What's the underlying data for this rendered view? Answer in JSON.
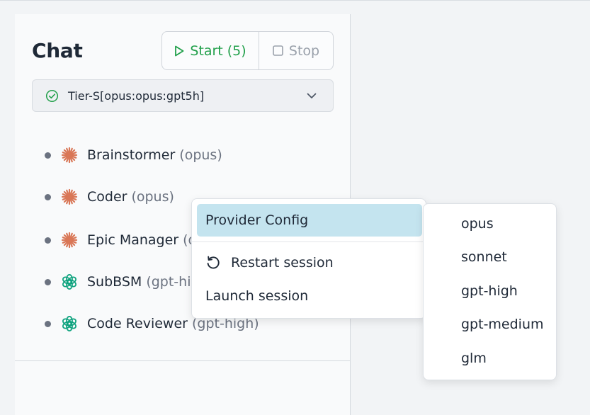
{
  "chat": {
    "title": "Chat",
    "start_label": "Start (5)",
    "stop_label": "Stop",
    "tier_label": "Tier-S[opus:opus:gpt5h]"
  },
  "agents": [
    {
      "name": "Brainstormer",
      "model": "(opus)",
      "icon": "asterisk-icon"
    },
    {
      "name": "Coder",
      "model": "(opus)",
      "icon": "asterisk-icon"
    },
    {
      "name": "Epic Manager",
      "model": "(o",
      "icon": "asterisk-icon"
    },
    {
      "name": "SubBSM",
      "model": "(gpt-hig",
      "icon": "openai-icon"
    },
    {
      "name": "Code Reviewer",
      "model": "(gpt-high)",
      "icon": "openai-icon"
    }
  ],
  "context_menu": {
    "provider_config": "Provider Config",
    "restart_session": "Restart session",
    "launch_session": "Launch session"
  },
  "provider_submenu": [
    "opus",
    "sonnet",
    "gpt-high",
    "gpt-medium",
    "glm"
  ],
  "colors": {
    "start_green": "#22a04b",
    "anthropic_orange": "#d97757",
    "openai_green": "#10a37f",
    "highlight": "#c4e4ef"
  }
}
